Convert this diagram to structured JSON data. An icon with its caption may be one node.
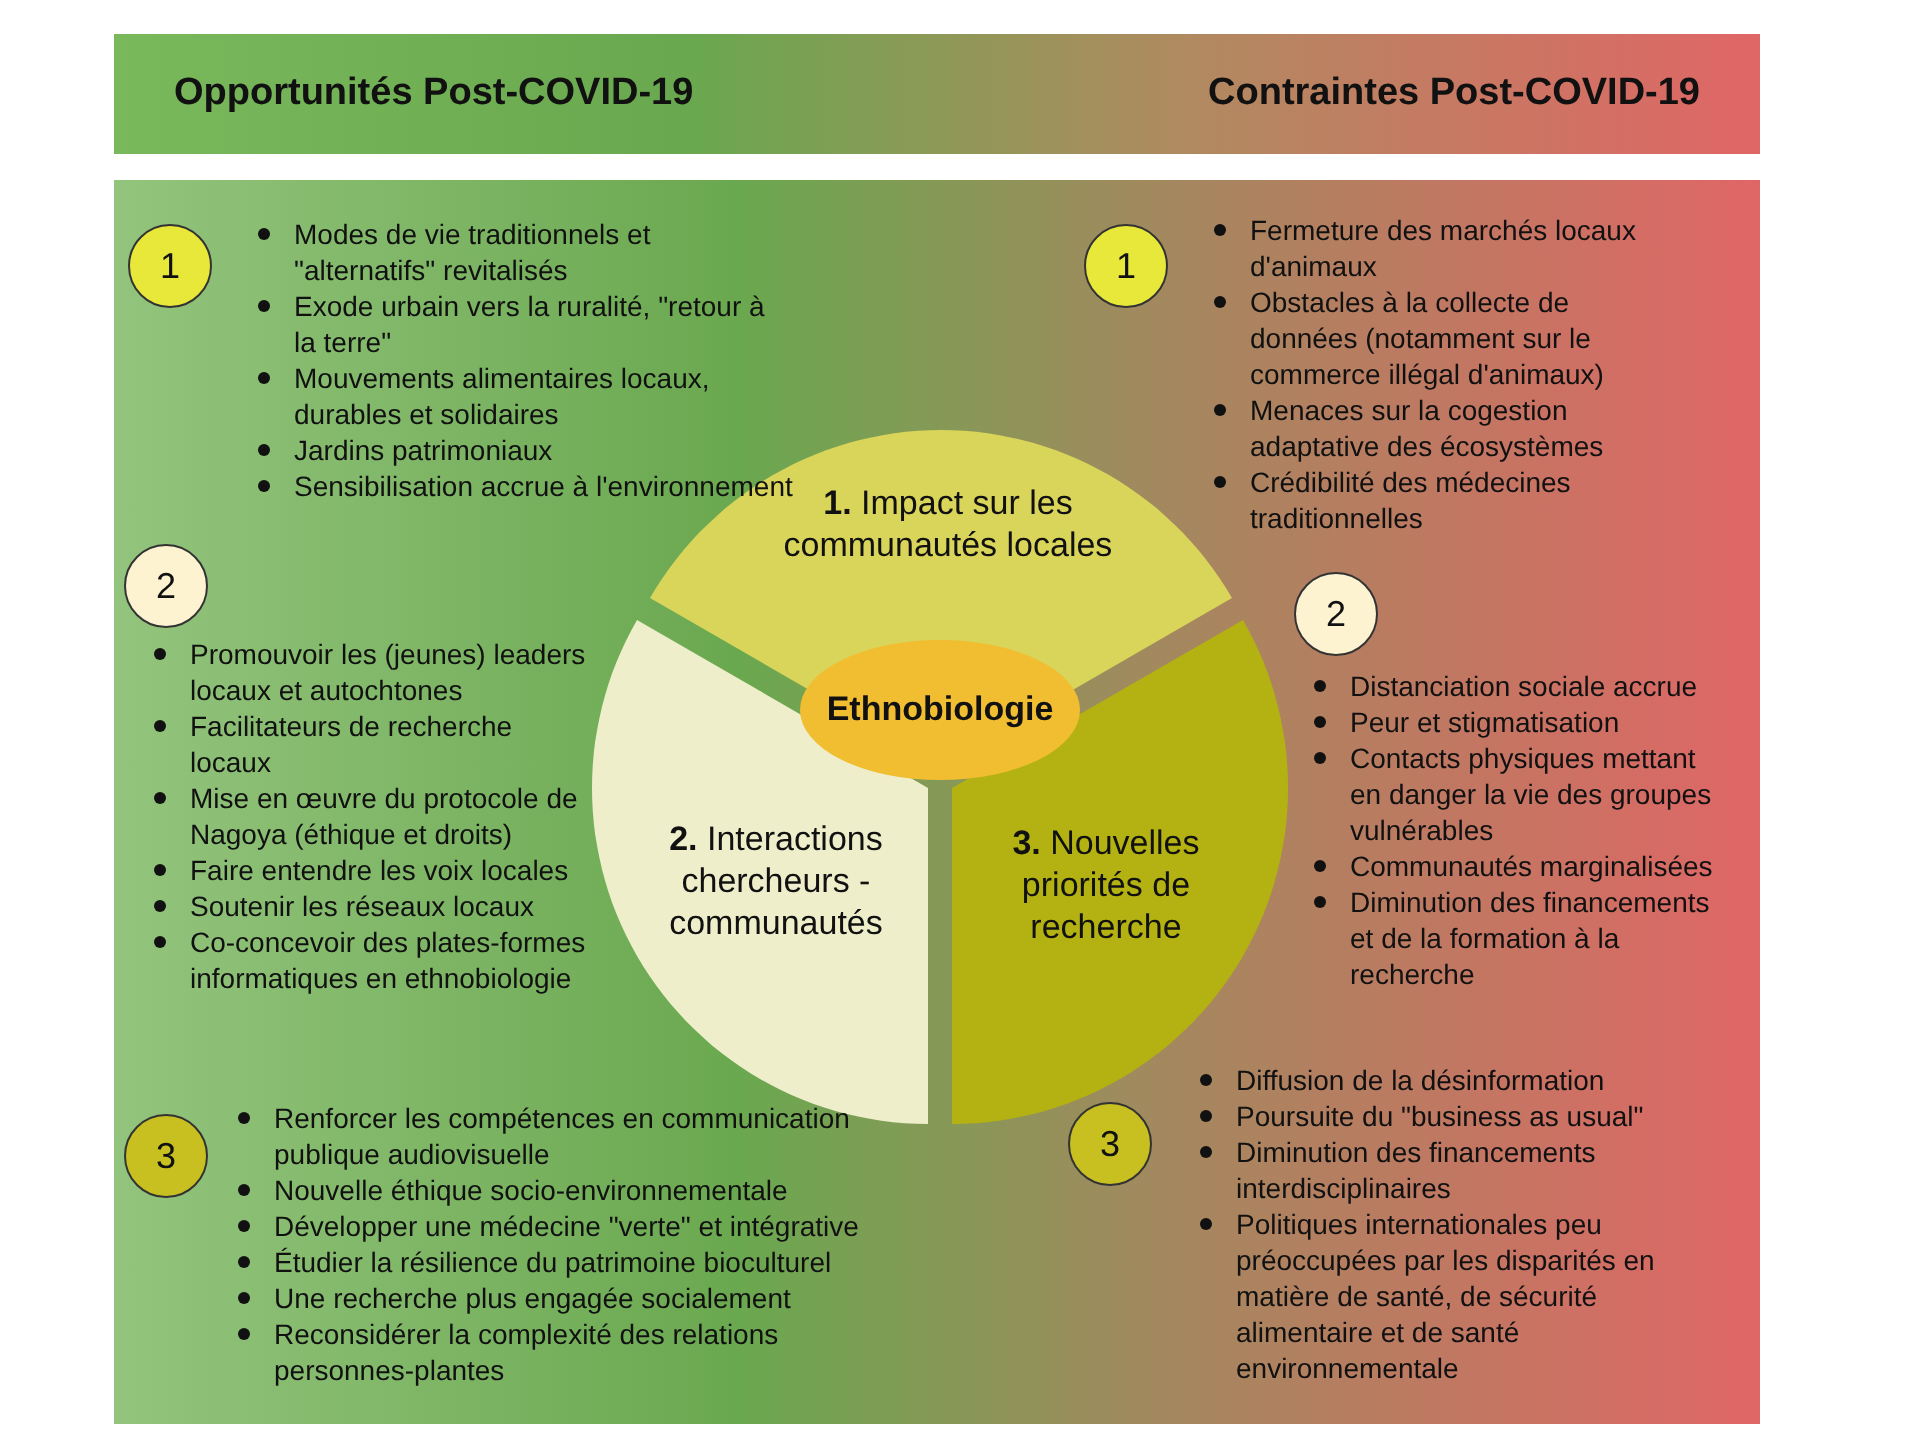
{
  "diagram": {
    "nodes": [
      {
        "text": [
          "Opportunités Post-COVID-19",
          "Contraintes Post-COVID-19"
        ]
      },
      {
        "text": [
          "**1.** Impact sur les communautés locales"
        ]
      },
      {
        "text": [
          "**2.** Interactions chercheurs - communautés"
        ]
      },
      {
        "text": [
          "**3.** Nouvelles priorités de recherche"
        ]
      },
      {
        "text": [
          "Ethnobiologie"
        ]
      },
      {
        "text": [
          "1"
        ],
        "beside": [
          "Modes de vie traditionnels et \"alternatifs\" revitalisés",
          "Exode urbain vers la ruralité, \"retour à la terre\"",
          "Mouvements alimentaires locaux, durables et solidaires",
          "Jardins patrimoniaux",
          "Sensibilisation accrue à l'environnement"
        ]
      },
      {
        "text": [
          "1"
        ],
        "beside": [
          "Fermeture des marchés locaux d'animaux",
          "Obstacles à la collecte de données (notamment sur le commerce illégal d'animaux)",
          "Menaces sur la cogestion adaptative des écosystèmes",
          "Crédibilité des médecines traditionnelles"
        ]
      },
      {
        "text": [
          "2"
        ],
        "beside": [
          "Promouvoir les (jeunes) leaders locaux et autochtones",
          "Facilitateurs de recherche locaux",
          "Mise en œuvre du protocole de Nagoya (éthique et droits)",
          "Faire entendre les voix locales",
          "Soutenir les réseaux locaux",
          "Co-concevoir des plates-formes informatiques en ethnobiologie"
        ]
      },
      {
        "text": [
          "2"
        ],
        "beside": [
          "Distanciation sociale accrue",
          "Peur et stigmatisation",
          "Contacts physiques mettant en danger la vie des groupes vulnérables",
          "Communautés marginalisées",
          "Diminution des financements et de la formation à la recherche"
        ]
      },
      {
        "text": [
          "3"
        ],
        "beside": [
          "Renforcer les compétences en communication publique audiovisuelle",
          "Nouvelle éthique socio-environnementale",
          "Développer une médecine \"verte\" et intégrative",
          "Étudier la résilience du patrimoine bioculturel",
          "Une recherche plus engagée socialement",
          "Reconsidérer la complexité des relations personnes-plantes"
        ]
      },
      {
        "text": [
          "3"
        ],
        "beside": [
          "Diffusion de la désinformation",
          "Poursuite du \"business as usual\"",
          "Diminution des financements interdisciplinaires",
          "Politiques internationales peu préoccupées par les disparités en matière de santé, de sécurité alimentaire et de santé environnementale"
        ]
      }
    ]
  }
}
